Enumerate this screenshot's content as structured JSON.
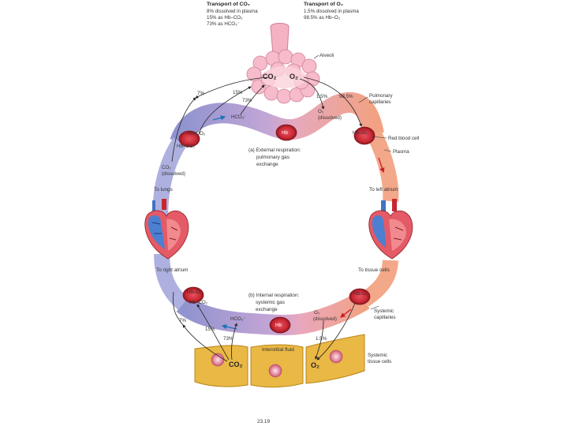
{
  "header": {
    "co2_title": "Transport of CO₂",
    "co2_lines": [
      "8% dissolved in plasma",
      "15% as Hb–CO₂",
      "73% as HCO₃⁻"
    ],
    "o2_title": "Transport of O₂",
    "o2_lines": [
      "1.5% dissolved in plasma",
      "98.5% as Hb–O₂"
    ]
  },
  "top": {
    "alveoli": "Alveoli",
    "co2": "CO₂",
    "o2": "O₂",
    "pct_7": "7%",
    "pct_15": "15%",
    "pct_73": "73%",
    "pct_1_5": "1.5%",
    "pct_98_5": "98.5%",
    "hco3": "HCO₃⁻",
    "o2_dissolved": [
      "O₂",
      "(dissolved)"
    ],
    "hb": "Hb",
    "hb_co2": "Hb+CO₂",
    "hb_co2_b": "Hb–CO₂",
    "co2_dissolved": [
      "CO₂",
      "(dissolved)"
    ],
    "section_label": [
      "(a) External respiration:",
      "pulmonary gas",
      "exchange"
    ],
    "pulm_caps": [
      "Pulmonary",
      "capillaries"
    ],
    "rbc": "Red blood cell",
    "plasma": "Plasma"
  },
  "middle": {
    "to_lungs": "To lungs",
    "to_left_atrium": "To left atrium",
    "to_right_atrium": "To right atrium",
    "to_tissue_cells": "To tissue cells"
  },
  "bottom": {
    "hb_o2": "Hb–O₂",
    "hb_co2": "Hb–CO₂",
    "section_label": [
      "(b) Internal respiration:",
      "systemic gas",
      "exchange"
    ],
    "hb": "Hb",
    "hco3": "HCO₃⁻",
    "o2_dissolved": [
      "O₂",
      "(dissolved)"
    ],
    "pct_7": "7%",
    "pct_15": "15%",
    "pct_73": "73%",
    "pct_1_5": "1.5%",
    "sys_caps": [
      "Systemic",
      "capillaries"
    ],
    "interstitial": "Interstitial fluid",
    "co2": "CO₂",
    "o2": "O₂",
    "tissue_cells": [
      "Systemic",
      "tissue cells"
    ]
  },
  "footer": {
    "figure_id": "23.19"
  }
}
